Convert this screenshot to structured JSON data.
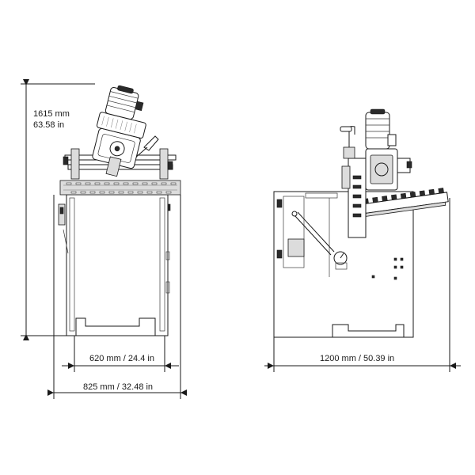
{
  "dimensions": {
    "height_mm": "1615 mm",
    "height_in": "63.58 in",
    "inner_width": "620 mm / 24.4 in",
    "outer_width": "825 mm / 32.48 in",
    "side_length": "1200 mm / 50.39 in"
  },
  "colors": {
    "line": "#1a1a1a",
    "shade": "#dcdcdc",
    "background": "#ffffff"
  }
}
